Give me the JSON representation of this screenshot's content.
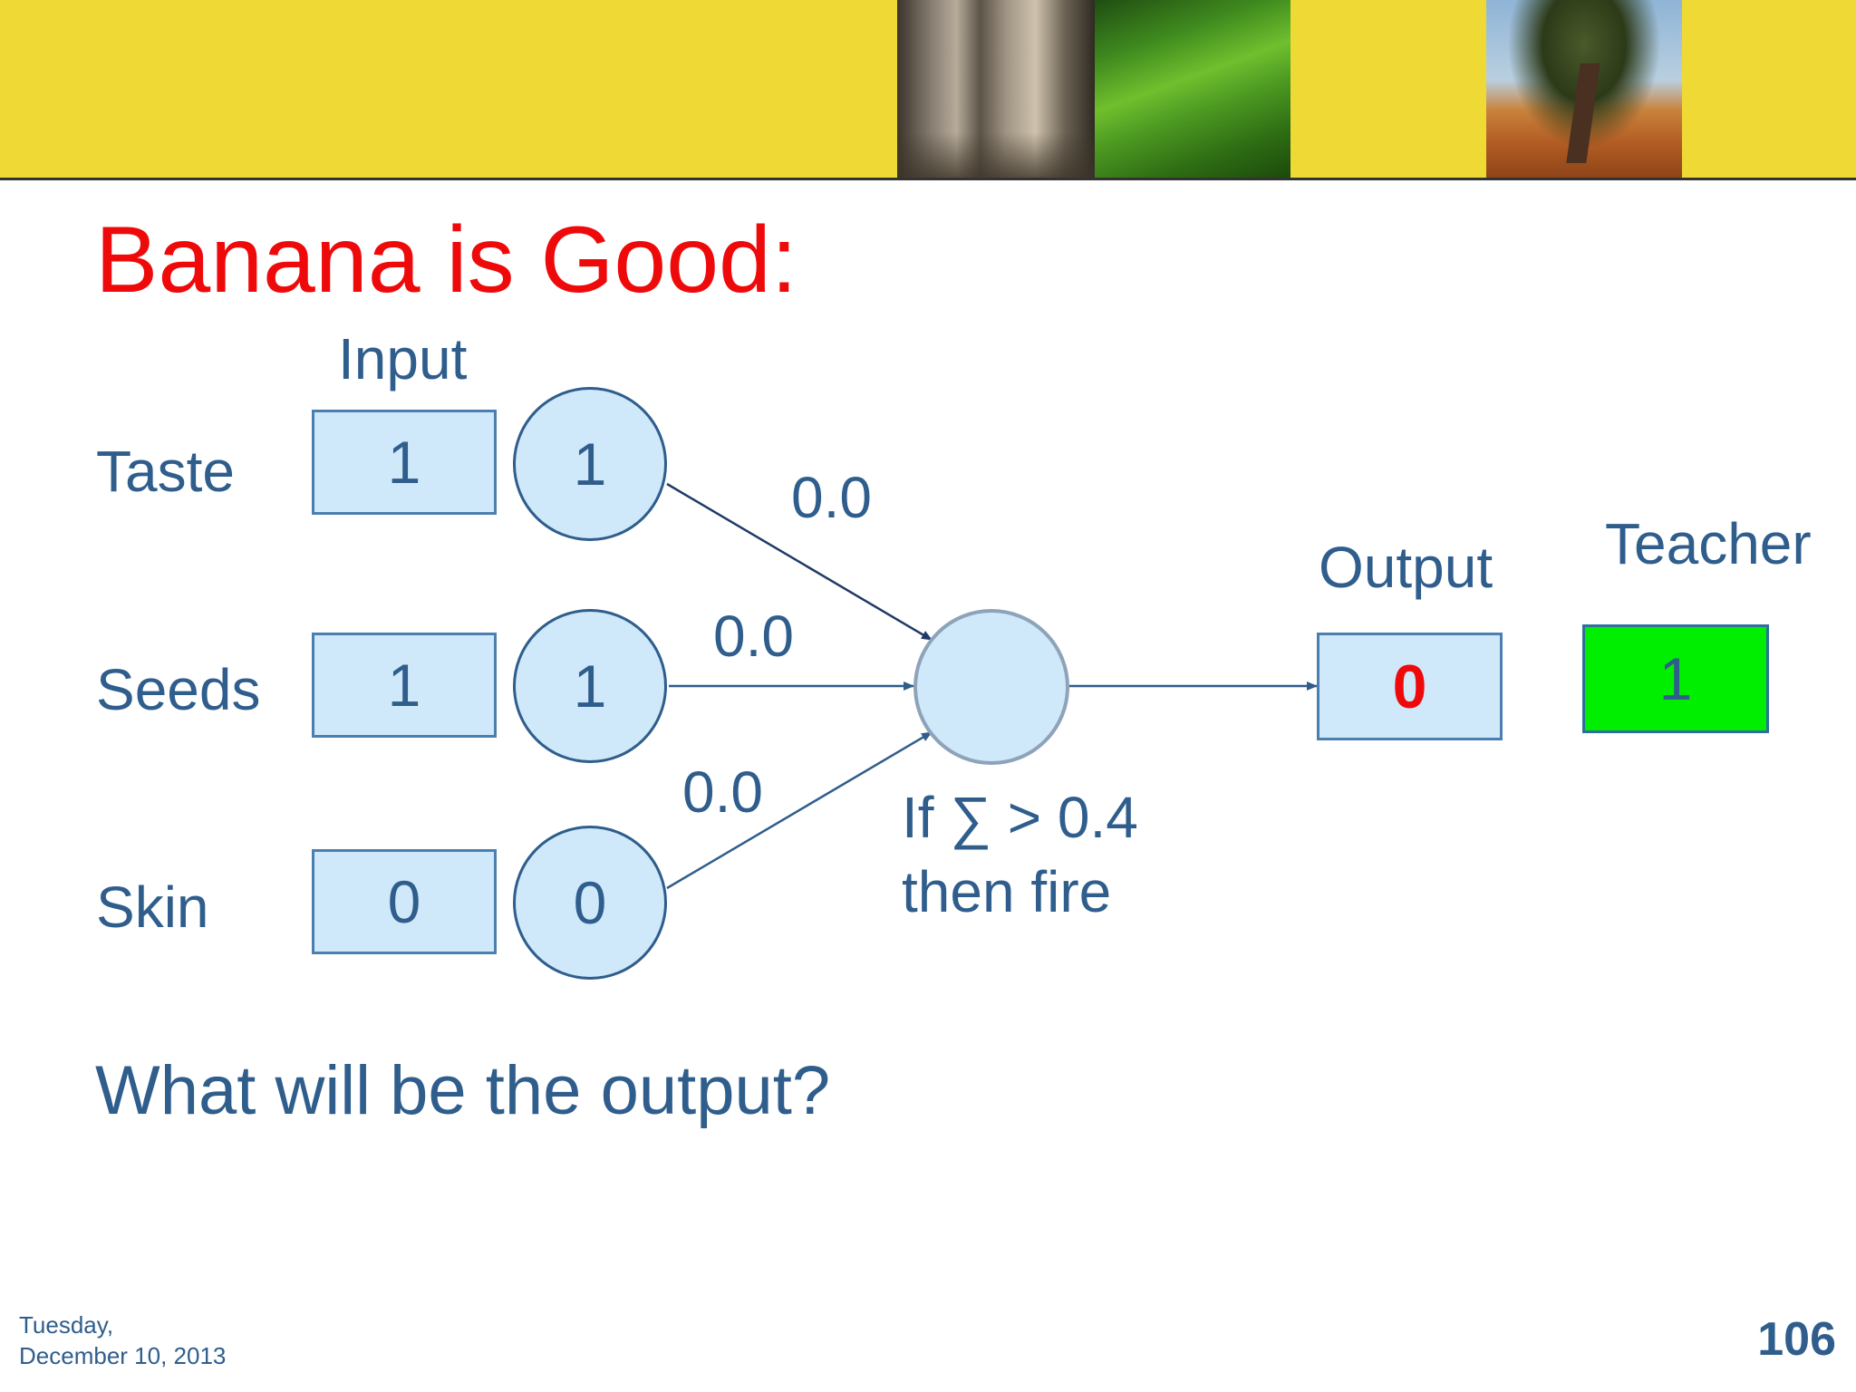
{
  "slide": {
    "title": "Banana is Good:",
    "question": "What will be the output?",
    "footer": {
      "date_line1": "Tuesday,",
      "date_line2": "December 10, 2013",
      "page_number": "106"
    }
  },
  "diagram": {
    "input_header": "Input",
    "inputs": [
      {
        "name": "Taste",
        "box_value": "1",
        "node_value": "1",
        "weight": "0.0"
      },
      {
        "name": "Seeds",
        "box_value": "1",
        "node_value": "1",
        "weight": "0.0"
      },
      {
        "name": "Skin",
        "box_value": "0",
        "node_value": "0",
        "weight": "0.0"
      }
    ],
    "rule_line1": "If ∑ > 0.4",
    "rule_line2": "then fire",
    "output_header": "Output",
    "output_value": "0",
    "teacher_header": "Teacher",
    "teacher_value": "1"
  },
  "colors": {
    "title": "#ee0a0a",
    "text": "#2f5d8c",
    "box_fill": "#cfe8fa",
    "teacher_fill": "#00ee00",
    "banner": "#efd935"
  }
}
